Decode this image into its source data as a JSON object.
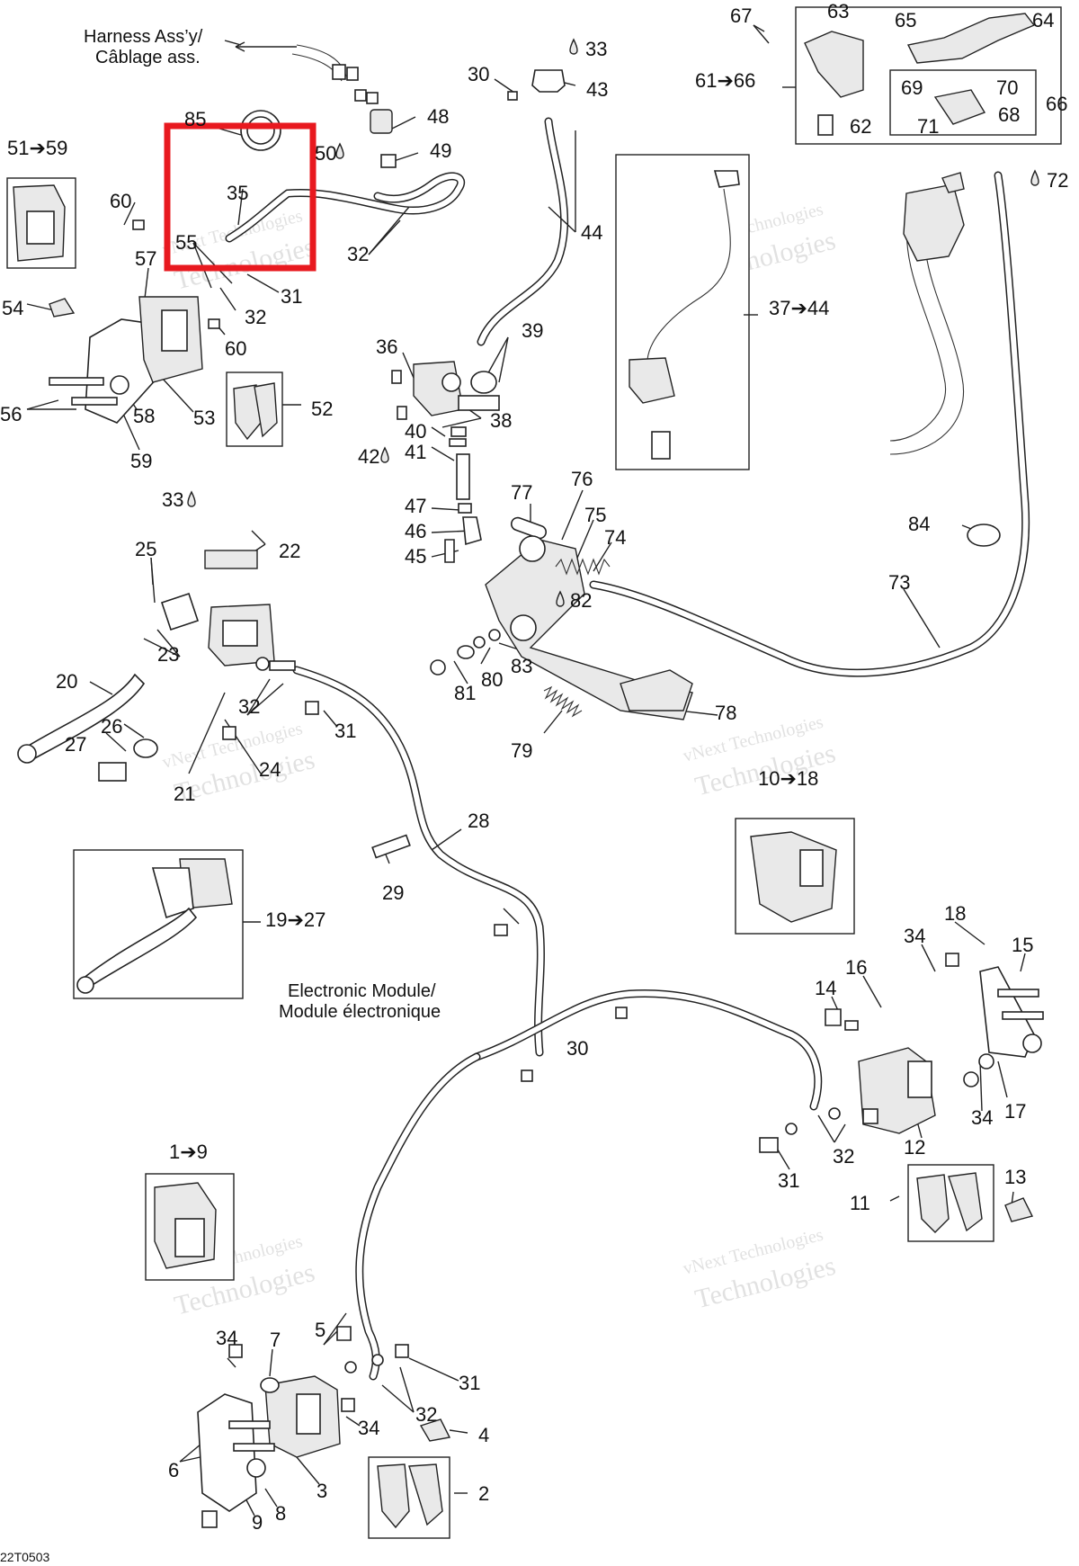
{
  "diagram": {
    "code": "22T0503",
    "watermark": {
      "line1": "vNext Technologies",
      "line2": "Technologies"
    },
    "captions": {
      "harness_line1": "Harness Ass’y/",
      "harness_line2": "Câblage ass.",
      "module_line1": "Electronic Module/",
      "module_line2": "Module électronique"
    },
    "highlight_color": "#e8191f",
    "range_labels": {
      "r51_59": "51➔59",
      "r61_66": "61➔66",
      "r37_44": "37➔44",
      "r10_18": "10➔18",
      "r19_27": "19➔27",
      "r1_9": "1➔9"
    },
    "fluid_labels": {
      "f33a": "33",
      "f50": "50",
      "f72": "72",
      "f42": "42",
      "f82": "82",
      "f33b": "33"
    },
    "part_numbers": {
      "p85": "85",
      "p48": "48",
      "p49": "49",
      "p35": "35",
      "p32a": "32",
      "p55": "55",
      "p31a": "31",
      "p32b": "32",
      "p60a": "60",
      "p57": "57",
      "p60b": "60",
      "p54": "54",
      "p56": "56",
      "p58": "58",
      "p53": "53",
      "p52": "52",
      "p59": "59",
      "p30a": "30",
      "p43": "43",
      "p44": "44",
      "p36": "36",
      "p39": "39",
      "p38": "38",
      "p40": "40",
      "p41": "41",
      "p47": "47",
      "p46": "46",
      "p45": "45",
      "p67": "67",
      "p63": "63",
      "p65": "65",
      "p64": "64",
      "p69": "69",
      "p70": "70",
      "p66": "66",
      "p62": "62",
      "p71": "71",
      "p68": "68",
      "p77": "77",
      "p76": "76",
      "p75": "75",
      "p74": "74",
      "p84": "84",
      "p73": "73",
      "p83": "83",
      "p80": "80",
      "p81": "81",
      "p78": "78",
      "p79": "79",
      "p25": "25",
      "p22": "22",
      "p23": "23",
      "p20": "20",
      "p26": "26",
      "p27": "27",
      "p32c": "32",
      "p31b": "31",
      "p24": "24",
      "p21": "21",
      "p28": "28",
      "p29": "29",
      "p30b": "30",
      "p18": "18",
      "p34a": "34",
      "p15": "15",
      "p16": "16",
      "p14": "14",
      "p17": "17",
      "p34b": "34",
      "p12": "12",
      "p32d": "32",
      "p31c": "31",
      "p11": "11",
      "p13": "13",
      "p34c": "34",
      "p7": "7",
      "p5": "5",
      "p31d": "31",
      "p32e": "32",
      "p34d": "34",
      "p4": "4",
      "p6": "6",
      "p3": "3",
      "p2": "2",
      "p9": "9",
      "p8": "8"
    }
  }
}
